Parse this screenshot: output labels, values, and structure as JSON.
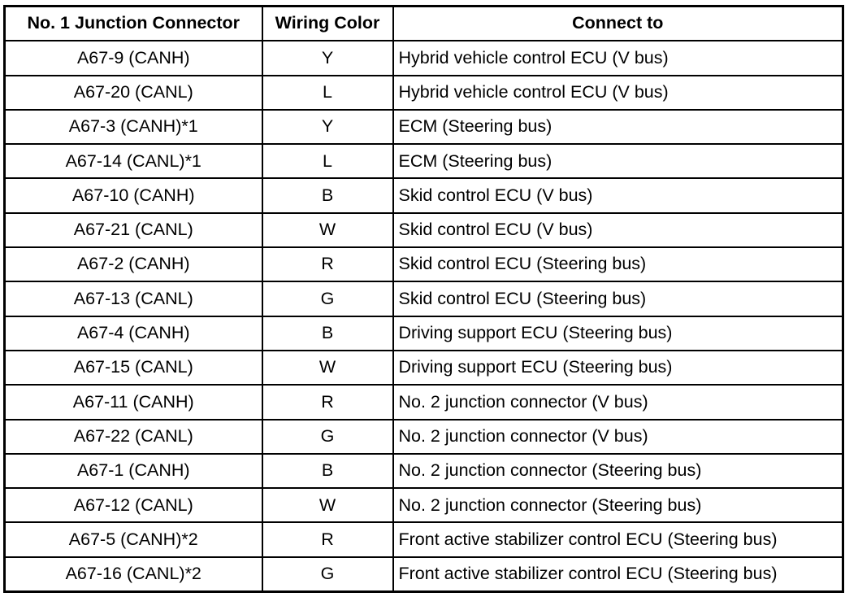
{
  "table": {
    "headers": {
      "connector": "No. 1 Junction Connector",
      "wiring_color": "Wiring Color",
      "connect_to": "Connect to"
    },
    "rows": [
      {
        "connector": "A67-9 (CANH)",
        "color": "Y",
        "connect_to": "Hybrid vehicle control ECU (V bus)"
      },
      {
        "connector": "A67-20 (CANL)",
        "color": "L",
        "connect_to": "Hybrid vehicle control ECU (V bus)"
      },
      {
        "connector": "A67-3 (CANH)*1",
        "color": "Y",
        "connect_to": "ECM (Steering bus)"
      },
      {
        "connector": "A67-14 (CANL)*1",
        "color": "L",
        "connect_to": "ECM (Steering bus)"
      },
      {
        "connector": "A67-10 (CANH)",
        "color": "B",
        "connect_to": "Skid control ECU (V bus)"
      },
      {
        "connector": "A67-21 (CANL)",
        "color": "W",
        "connect_to": "Skid control ECU (V bus)"
      },
      {
        "connector": "A67-2 (CANH)",
        "color": "R",
        "connect_to": "Skid control ECU (Steering bus)"
      },
      {
        "connector": "A67-13 (CANL)",
        "color": "G",
        "connect_to": "Skid control ECU (Steering bus)"
      },
      {
        "connector": "A67-4 (CANH)",
        "color": "B",
        "connect_to": "Driving support ECU (Steering bus)"
      },
      {
        "connector": "A67-15 (CANL)",
        "color": "W",
        "connect_to": "Driving support ECU (Steering bus)"
      },
      {
        "connector": "A67-11 (CANH)",
        "color": "R",
        "connect_to": "No. 2 junction connector (V bus)"
      },
      {
        "connector": "A67-22 (CANL)",
        "color": "G",
        "connect_to": "No. 2 junction connector (V bus)"
      },
      {
        "connector": "A67-1 (CANH)",
        "color": "B",
        "connect_to": "No. 2 junction connector (Steering bus)"
      },
      {
        "connector": "A67-12 (CANL)",
        "color": "W",
        "connect_to": "No. 2 junction connector (Steering bus)"
      },
      {
        "connector": "A67-5 (CANH)*2",
        "color": "R",
        "connect_to": "Front active stabilizer control ECU (Steering bus)"
      },
      {
        "connector": "A67-16 (CANL)*2",
        "color": "G",
        "connect_to": "Front active stabilizer control ECU (Steering bus)"
      }
    ]
  }
}
